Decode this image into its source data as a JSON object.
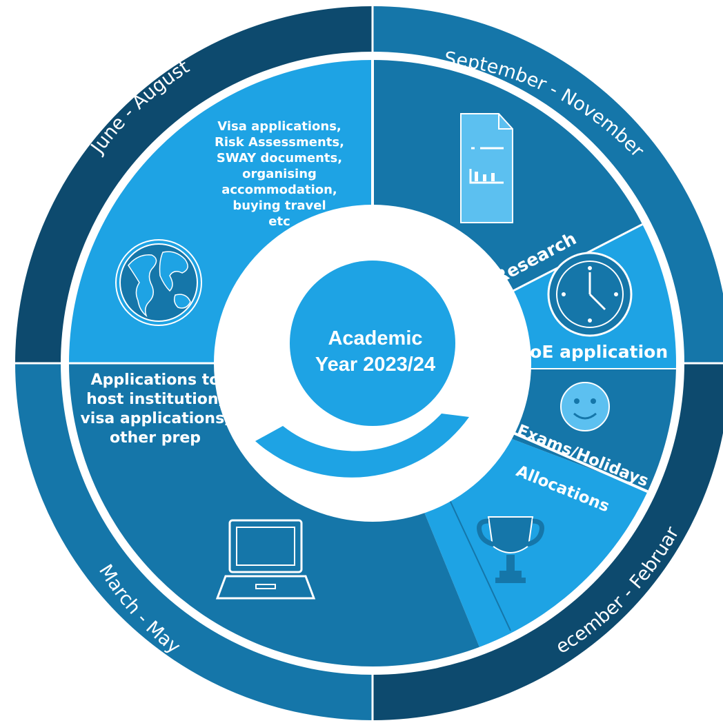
{
  "center": {
    "line1": "Academic",
    "line2": "Year 2023/24"
  },
  "quarters": {
    "sep_nov": "September - November",
    "dec_feb": "December - February",
    "mar_may": "March - May",
    "jun_aug": "June - August"
  },
  "segments": {
    "research": "Research",
    "uoe_application": "UoE application",
    "exams_holidays": "Exams/Holidays",
    "allocations": "Allocations"
  },
  "blocks": {
    "summer_lines": [
      "Visa applications,",
      "Risk Assessments,",
      "SWAY documents,",
      "organising",
      "accommodation,",
      "buying travel",
      "etc"
    ],
    "spring_lines": [
      "Applications to",
      "host institution,",
      "visa applications,",
      "other prep"
    ]
  },
  "colors": {
    "dark_navy": "#0d4a6e",
    "mid_blue": "#1576a9",
    "bright_blue": "#1ea3e4",
    "white": "#ffffff"
  },
  "icons": [
    "document-chart-icon",
    "clock-icon",
    "smiley-icon",
    "trophy-icon",
    "laptop-icon",
    "globe-icon"
  ]
}
